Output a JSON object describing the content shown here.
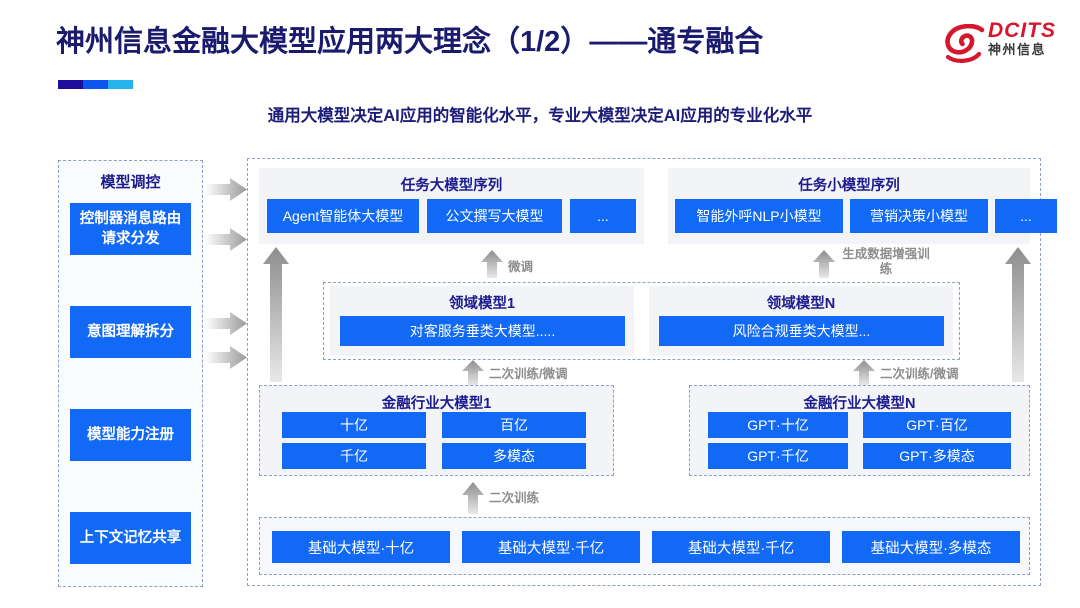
{
  "header": {
    "title": "神州信息金融大模型应用两大理念（1/2）——通专融合",
    "subtitle": "通用大模型决定AI应用的智能化水平，专业大模型决定AI应用的专业化水平",
    "logo_en": "DCITS",
    "logo_cn": "神州信息",
    "accent_navy": "#1d1d78",
    "accent_blue": "#1169f5",
    "accent_cyan": "#26b4ec",
    "logo_red": "#d5162c"
  },
  "sidebar": {
    "title": "模型调控",
    "items": [
      {
        "label": "控制器消息路由请求分发"
      },
      {
        "label": "意图理解拆分"
      },
      {
        "label": "模型能力注册"
      },
      {
        "label": "上下文记忆共享"
      }
    ]
  },
  "task_big": {
    "title": "任务大模型序列",
    "chips": [
      "Agent智能体大模型",
      "公文撰写大模型",
      "..."
    ]
  },
  "task_small": {
    "title": "任务小模型序列",
    "chips": [
      "智能外呼NLP小模型",
      "营销决策小模型",
      "..."
    ]
  },
  "domain": {
    "groups": [
      {
        "title": "领域模型1",
        "chip": "对客服务垂类大模型....."
      },
      {
        "title": "领域模型N",
        "chip": "风险合规垂类大模型..."
      }
    ]
  },
  "industry": {
    "left": {
      "title": "金融行业大模型1",
      "chips": [
        "十亿",
        "百亿",
        "千亿",
        "多模态"
      ]
    },
    "right": {
      "title": "金融行业大模型N",
      "chips": [
        "GPT·十亿",
        "GPT·百亿",
        "GPT·千亿",
        "GPT·多模态"
      ]
    }
  },
  "base": {
    "chips": [
      "基础大模型·十亿",
      "基础大模型·千亿",
      "基础大模型·千亿",
      "基础大模型·多模态"
    ]
  },
  "arrow_labels": {
    "fine_tune": "微调",
    "gen_data_aug": "生成数据增强训练",
    "secondary_train_tune_left": "二次训练/微调",
    "secondary_train_tune_right": "二次训练/微调",
    "secondary_train": "二次训练"
  }
}
